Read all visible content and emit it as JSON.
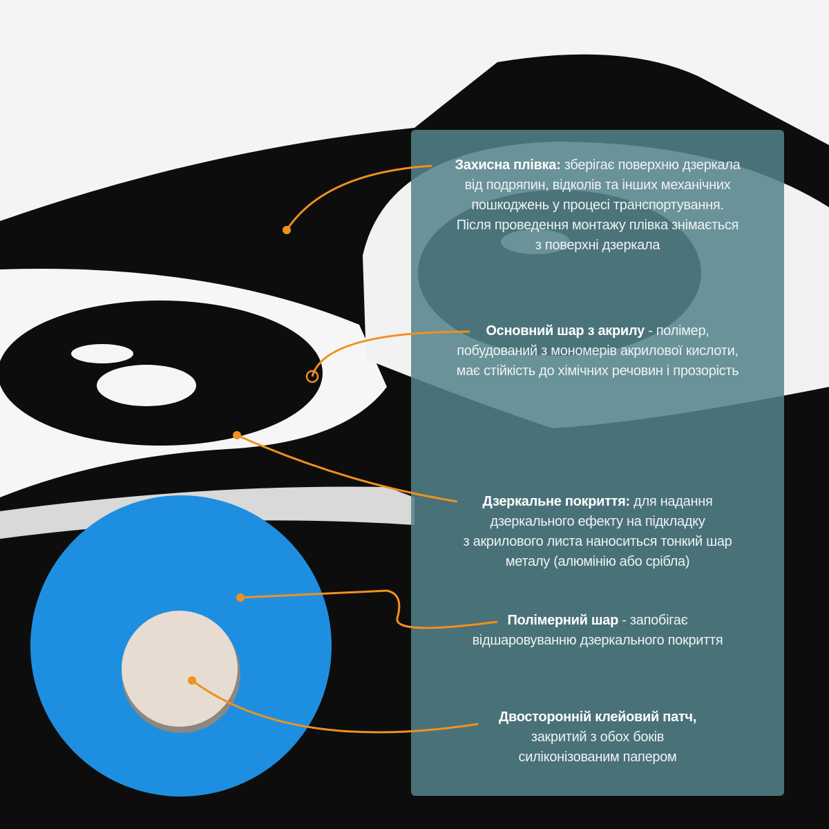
{
  "colors": {
    "accent": "#f0911e",
    "panel": "#54828a",
    "blue_layer": "#1e8fe0",
    "patch": "#e6dcd2"
  },
  "callouts": [
    {
      "title": "Захисна плівка:",
      "lines": [
        "зберігає поверхню дзеркала",
        "від подряпин, відколів та інших механічних",
        "пошкоджень у процесі транспортування.",
        "Після проведення монтажу плівка знімається",
        "з поверхні дзеркала"
      ]
    },
    {
      "title": "Основний шар з акрилу",
      "lines": [
        " - полімер,",
        "побудований з мономерів акрилової кислоти,",
        "має стійкість до хімічних речовин і прозорість"
      ]
    },
    {
      "title": "Дзеркальне покриття:",
      "lines": [
        " для надання",
        "дзеркального ефекту на підкладку",
        "з акрилового листа наноситься тонкий шар",
        "металу (алюмінію або срібла)"
      ]
    },
    {
      "title": "Полімерний шар",
      "lines": [
        " - запобігає",
        "відшаровуванню дзеркального покриття"
      ]
    },
    {
      "title": "Двосторонній клейовий патч,",
      "lines": [
        "закритий з обох боків",
        "силіконізованим папером"
      ]
    }
  ]
}
